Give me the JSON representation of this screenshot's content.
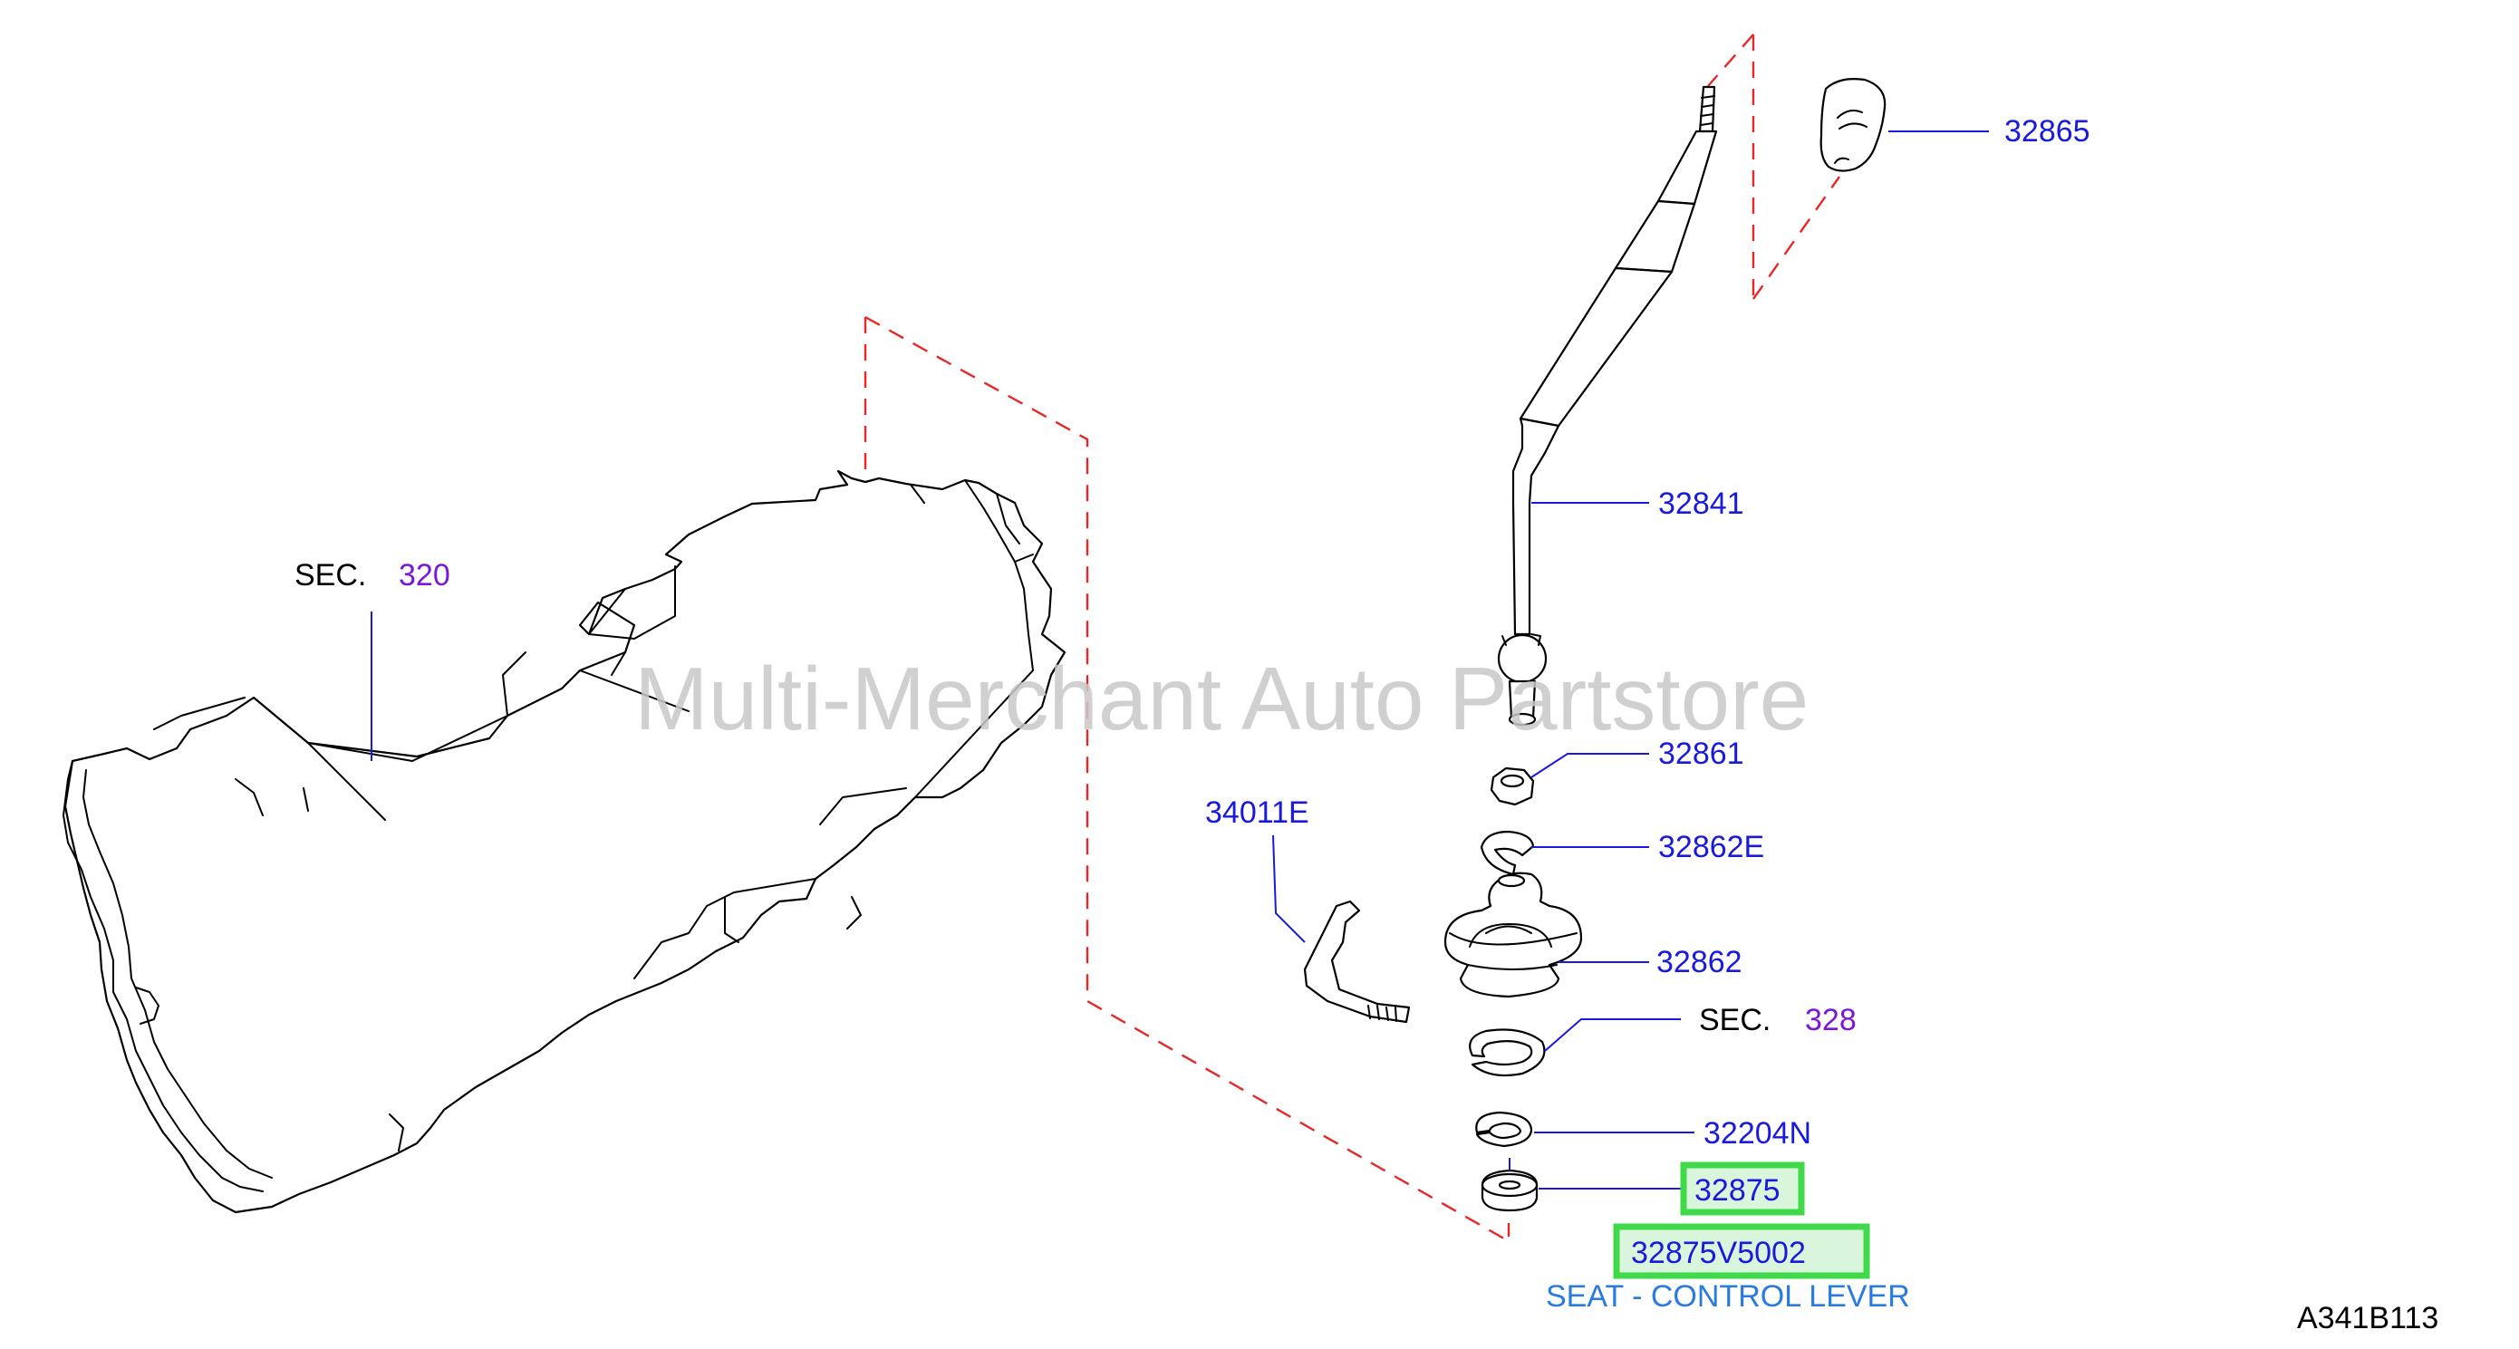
{
  "watermark": "Multi-Merchant Auto Partstore",
  "diagram_code": "A341B113",
  "colors": {
    "part_number": "#1a1adc",
    "section_ref": "#7a18d6",
    "sec_prefix": "#000000",
    "description": "#2a7be0",
    "highlight": "#3fd94a",
    "dashed_line": "#e62828",
    "watermark": "#c8c8c8"
  },
  "sections": [
    {
      "prefix": "SEC.",
      "ref": "320"
    },
    {
      "prefix": "SEC.",
      "ref": "328"
    }
  ],
  "parts": [
    {
      "number": "32865"
    },
    {
      "number": "32841"
    },
    {
      "number": "32861"
    },
    {
      "number": "34011E"
    },
    {
      "number": "32862E"
    },
    {
      "number": "32862"
    },
    {
      "number": "32204N"
    },
    {
      "number": "32875",
      "highlighted": true
    }
  ],
  "selected_part": {
    "full_number": "32875V5002",
    "description": "SEAT - CONTROL LEVER"
  }
}
